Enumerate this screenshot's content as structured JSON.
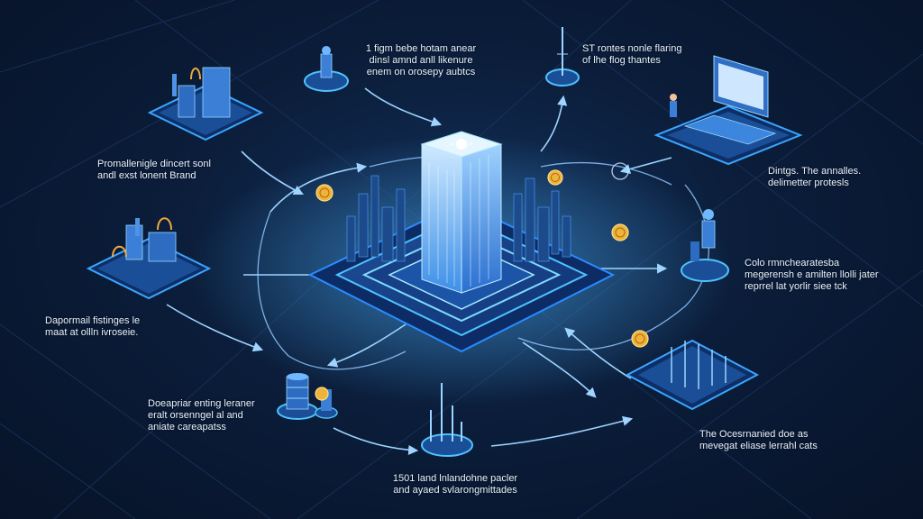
{
  "colors": {
    "background": "#0b1d3a",
    "accent": "#2d8cff",
    "glow": "#5fd0ff",
    "coin": "#f0b33a",
    "text": "#e9f3ff"
  },
  "captions": {
    "top_center": [
      "1 figm bebe hotam anear",
      "dinsl amnd anll likenure",
      "enem on orosepy aubtcs"
    ],
    "top_right": [
      "ST rontes nonle flaring",
      "of lhe flog thantes"
    ],
    "upper_left": [
      "Promallenigle dincert sonl",
      "andl exst lonent Brand"
    ],
    "right_upper": [
      "Dintgs. The annalles.",
      "delimetter protesls"
    ],
    "right_middle": [
      "Colo rmnchearatesba",
      "megerensh e amilten llolli jater",
      "reprrel lat yorlir siee tck"
    ],
    "left_middle": [
      "Dapormail fistinges le",
      "maat at ollln ivroseie."
    ],
    "bottom_left": [
      "Doeapriar enting leraner",
      "eralt orsenngel al and",
      "aniate careapatss"
    ],
    "bottom_right": [
      "The Ocesrnanied doe as",
      "mevegat eliase lerrahl cats"
    ],
    "bottom_center": [
      "1501 land lnlandohne pacler",
      "and ayaed svlarongmittades"
    ]
  },
  "icons": [
    "data-center-tower",
    "city-skyline",
    "factory",
    "power-plant",
    "database",
    "laptop",
    "satellite-dish",
    "antenna",
    "robot",
    "circuit-board",
    "bitcoin-coin"
  ]
}
